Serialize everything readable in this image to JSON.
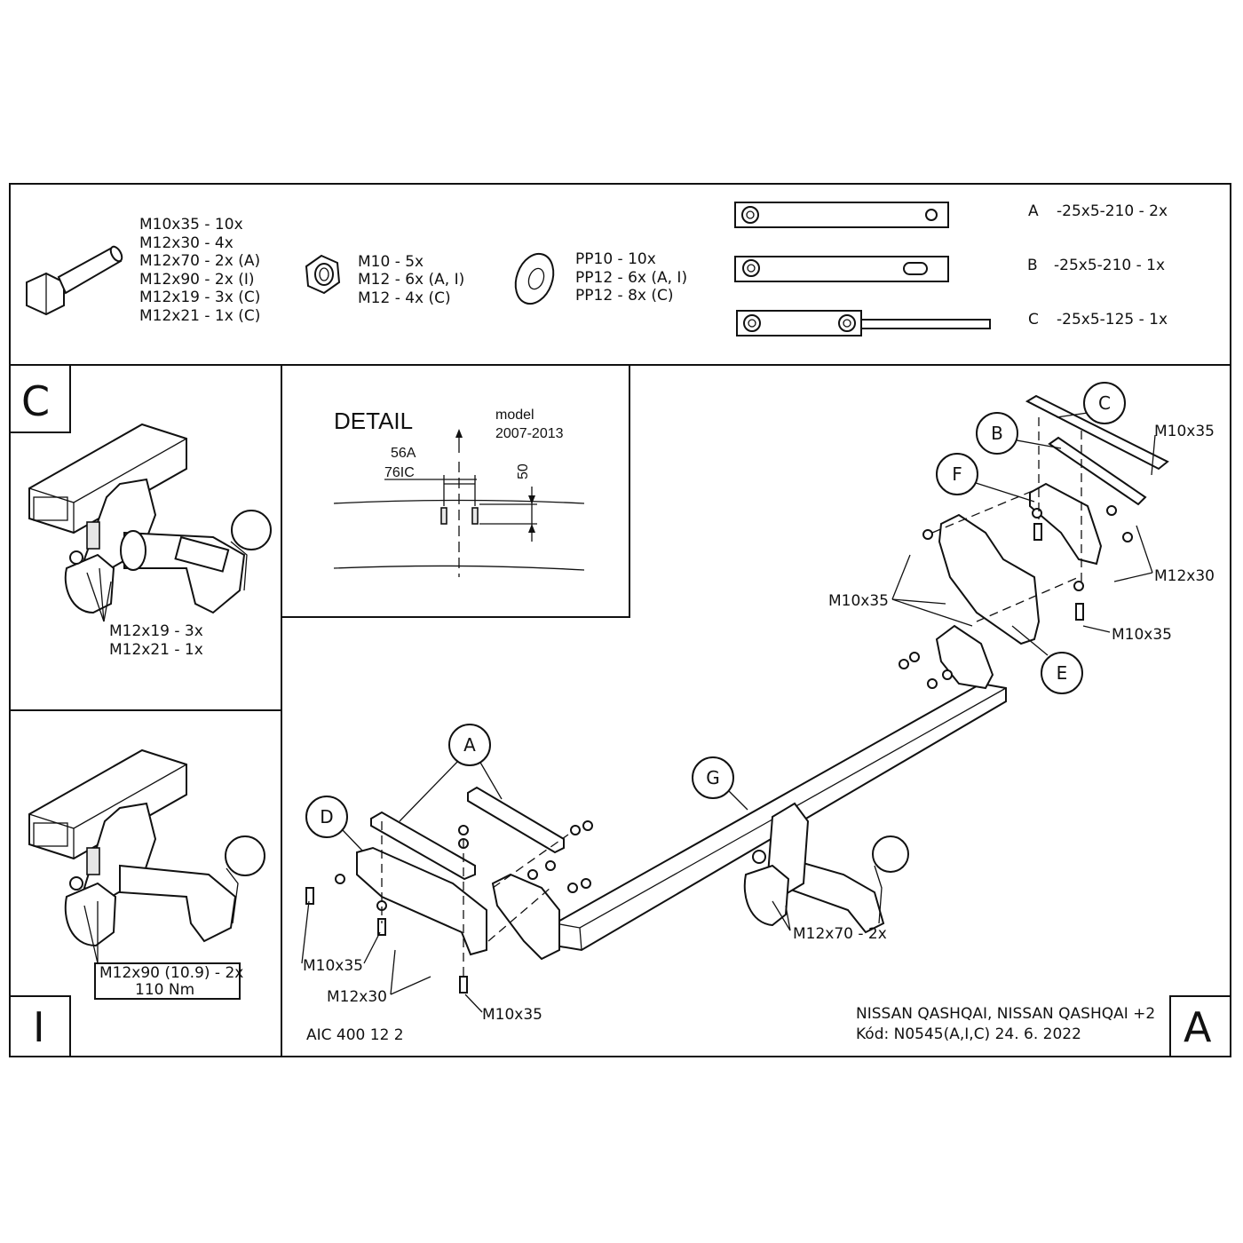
{
  "parts_list": {
    "bolts": [
      "M10x35 - 10x",
      "M12x30 - 4x",
      "M12x70 - 2x (A)",
      "M12x90 - 2x (I)",
      "M12x19 - 3x (C)",
      "M12x21 - 1x (C)"
    ],
    "nuts": [
      "M10 - 5x",
      "M12 - 6x (A, I)",
      "M12 - 4x (C)"
    ],
    "washers": [
      "PP10 - 10x",
      "PP12 - 6x (A, I)",
      "PP12 - 8x (C)"
    ],
    "plates": [
      {
        "letter": "A",
        "spec": "-25x5-210  -  2x"
      },
      {
        "letter": "B",
        "spec": "-25x5-210  -  1x"
      },
      {
        "letter": "C",
        "spec": "-25x5-125  -  1x"
      }
    ]
  },
  "panel_c": {
    "letter": "C",
    "callout_1": "M12x19 - 3x",
    "callout_2": "M12x21 - 1x"
  },
  "panel_i": {
    "letter": "I",
    "callout_1": "M12x90 (10.9) - 2x",
    "callout_2": "110 Nm"
  },
  "detail": {
    "title": "DETAIL",
    "model_label": "model",
    "model_years": "2007-2013",
    "code_1": "56A",
    "code_2": "76IC",
    "dimension": "50"
  },
  "main": {
    "letter": "A",
    "part_labels": [
      "A",
      "B",
      "C",
      "D",
      "E",
      "F",
      "G"
    ],
    "callouts": {
      "m10x35_top": "M10x35",
      "m12x30_right": "M12x30",
      "m10x35_left": "M10x35",
      "m10x35_right": "M10x35",
      "m12x70": "M12x70 - 2x",
      "m10x35_bl": "M10x35",
      "m12x30_bl": "M12x30",
      "m10x35_bottom": "M10x35"
    },
    "footer_code": "AIC 400 12 2",
    "vehicle": "NISSAN QASHQAI, NISSAN QASHQAI +2",
    "kod": "Kód: N0545(A,I,C)  24. 6. 2022"
  }
}
